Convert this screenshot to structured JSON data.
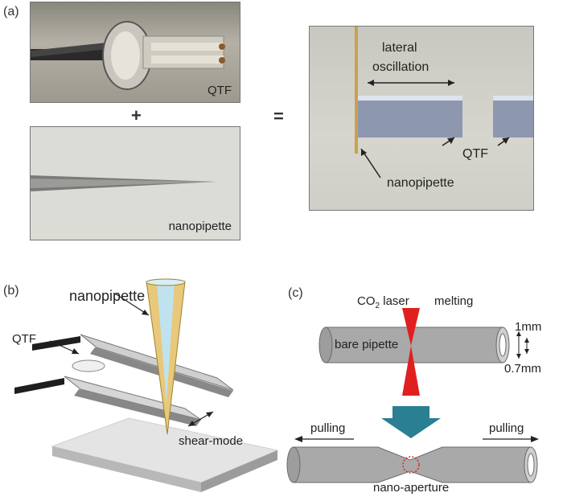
{
  "panels": {
    "a": {
      "label": "(a)",
      "photo1_label": "QTF",
      "photo2_label": "nanopipette",
      "plus": "+",
      "equals": "=",
      "result_labels": {
        "lateral": "lateral",
        "oscillation": "oscillation",
        "qtf": "QTF",
        "nanopipette": "nanopipette"
      }
    },
    "b": {
      "label": "(b)",
      "nanopipette": "nanopipette",
      "qtf": "QTF",
      "shear_mode": "shear-mode"
    },
    "c": {
      "label": "(c)",
      "laser_prefix": "CO",
      "laser_sub": "2",
      "laser_suffix": " laser",
      "melting": "melting",
      "bare_pipette": "bare pipette",
      "outer_diameter": "1mm",
      "inner_diameter": "0.7mm",
      "pulling_left": "pulling",
      "pulling_right": "pulling",
      "nano_aperture": "nano-aperture"
    }
  },
  "colors": {
    "pipette_gold": "#e8c87a",
    "pipette_blue": "#bfe3ee",
    "laser_red": "#e02020",
    "arrow_teal": "#2a7f93",
    "tube_gray": "#a9a9a9"
  }
}
